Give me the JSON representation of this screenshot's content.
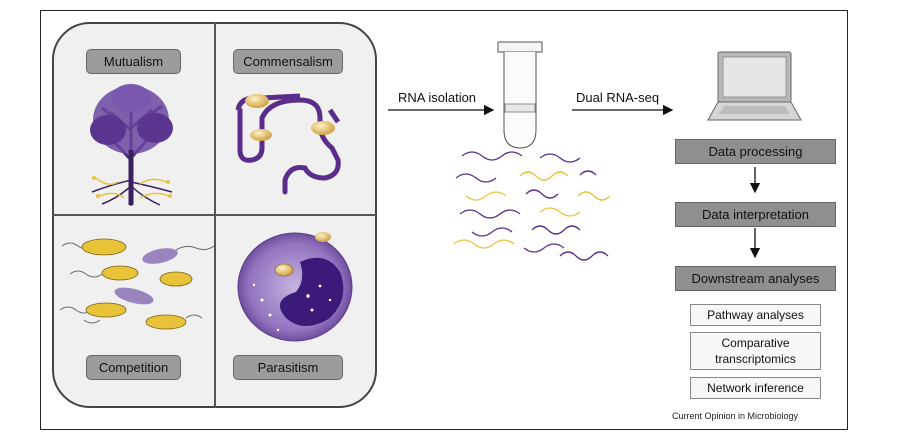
{
  "interactions": {
    "mutualism": "Mutualism",
    "commensalism": "Commensalism",
    "competition": "Competition",
    "parasitism": "Parasitism"
  },
  "arrows": {
    "rna_isolation": "RNA isolation",
    "dual_rnaseq": "Dual RNA-seq"
  },
  "steps": {
    "data_processing": "Data processing",
    "data_interpretation": "Data interpretation",
    "downstream_analyses": "Downstream analyses"
  },
  "analyses": {
    "pathway": "Pathway analyses",
    "comparative_line1": "Comparative",
    "comparative_line2": "transcriptomics",
    "network": "Network inference"
  },
  "credit": "Current Opinion in Microbiology",
  "colors": {
    "purple": "#5a2d8c",
    "light_purple": "#9a84bf",
    "yellow": "#e8c33a",
    "label_gray": "#9c9c9c"
  },
  "icons": [
    "tree-icon",
    "gut-icon",
    "microbes-icon",
    "host-cell-icon",
    "tube-icon",
    "laptop-icon"
  ]
}
